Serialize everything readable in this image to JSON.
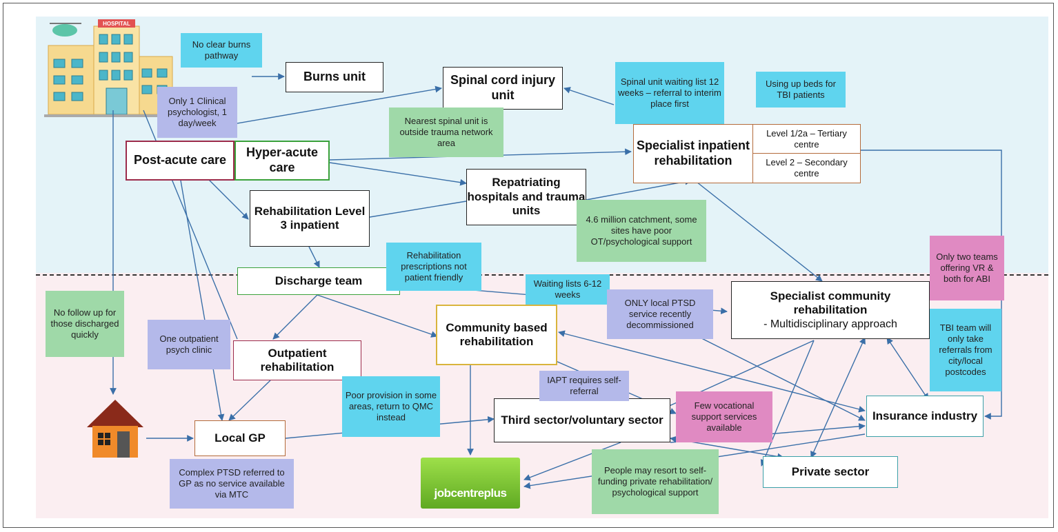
{
  "colors": {
    "top_zone": "#e4f3f8",
    "bottom_zone": "#fbeef1",
    "note_cyan": "#5fd4ee",
    "note_lavender": "#b4b9ea",
    "note_green": "#9fd9a8",
    "note_pink": "#e08ac2",
    "arrow": "#3a6fa8"
  },
  "images": {
    "hospital_sign": "HOSPITAL",
    "jobcentre_logo": "jobcentreplus",
    "hospital_icon": "hospital-icon",
    "house_icon": "house-icon"
  },
  "services": {
    "burns_unit": "Burns unit",
    "spinal_unit": "Spinal cord injury unit",
    "post_acute": "Post-acute care",
    "hyper_acute": "Hyper-acute care",
    "specialist_inpatient": "Specialist inpatient rehabilitation",
    "level_1_2a": "Level 1/2a – Tertiary centre",
    "level_2": "Level 2 – Secondary centre",
    "repatriating": "Repatriating hospitals and trauma units",
    "rehab_level3": "Rehabilitation Level 3 inpatient",
    "discharge_team": "Discharge team",
    "community_rehab": "Community based rehabilitation",
    "specialist_community_title": "Specialist community rehabilitation",
    "specialist_community_sub": "- Multidisciplinary approach",
    "outpatient_rehab": "Outpatient rehabilitation",
    "local_gp": "Local GP",
    "third_sector": "Third sector/voluntary sector",
    "insurance": "Insurance industry",
    "private_sector": "Private sector"
  },
  "notes": {
    "no_burns_pathway": "No clear burns pathway",
    "one_psychologist": "Only 1 Clinical psychologist, 1 day/week",
    "nearest_spinal": "Nearest spinal unit is outside trauma network area",
    "spinal_waiting": "Spinal unit waiting list 12 weeks – referral to interim place first",
    "beds_tbi": "Using up beds for TBI patients",
    "catchment": "4.6 million catchment, some sites have poor OT/psychological support",
    "prescriptions": "Rehabilitation prescriptions not patient friendly",
    "waiting_lists": "Waiting lists 6-12 weeks",
    "ptsd_decommissioned": "ONLY local PTSD service recently decommissioned",
    "two_teams": "Only two teams offering VR & both for ABI",
    "tbi_team": "TBI team will only take referrals from city/local postcodes",
    "no_follow_up": "No follow up for those discharged quickly",
    "one_psych_clinic": "One outpatient psych clinic",
    "poor_provision": "Poor provision in some areas, return to QMC instead",
    "iapt": "IAPT requires self-referral",
    "vocational": "Few vocational support services available",
    "self_funding": "People may resort to self-funding private rehabilitation/ psychological support",
    "complex_ptsd": "Complex PTSD referred to GP as no service available via MTC"
  }
}
